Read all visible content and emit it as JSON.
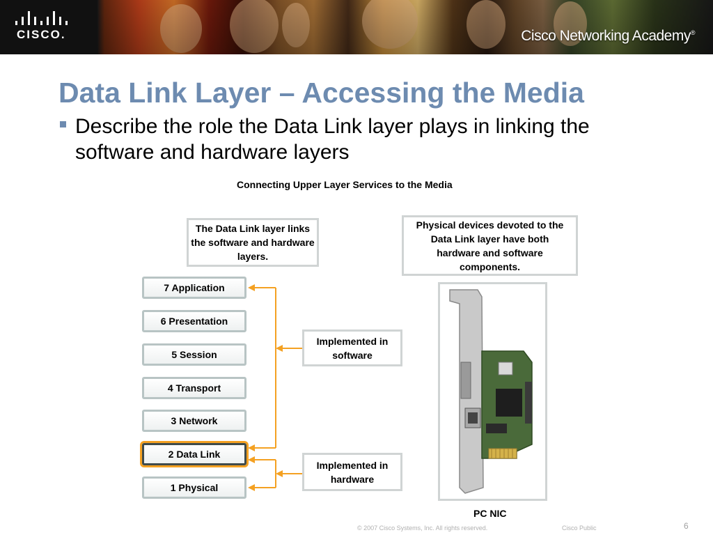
{
  "header": {
    "logo_text": "CISCO.",
    "academy_text": "Cisco Networking Academy",
    "academy_mark": "®"
  },
  "slide": {
    "title": "Data Link Layer – Accessing the Media",
    "bullet": "Describe the role the Data Link layer plays in linking the software and hardware layers"
  },
  "diagram": {
    "title": "Connecting Upper Layer Services to the Media",
    "callout_datalink": "The Data Link layer links the software and hardware layers.",
    "callout_physical": "Physical devices devoted to the Data Link layer have both hardware and software components.",
    "callout_software": "Implemented in software",
    "callout_hardware": "Implemented in hardware",
    "layers": [
      {
        "label": "7 Application"
      },
      {
        "label": "6 Presentation"
      },
      {
        "label": "5 Session"
      },
      {
        "label": "4 Transport"
      },
      {
        "label": "3 Network"
      },
      {
        "label": "2 Data Link",
        "highlighted": true
      },
      {
        "label": "1 Physical"
      }
    ],
    "nic_label": "PC NIC",
    "connector_color": "#f4a122"
  },
  "footer": {
    "copyright": "© 2007 Cisco Systems, Inc. All rights reserved.",
    "classification": "Cisco Public",
    "page_number": "6"
  }
}
